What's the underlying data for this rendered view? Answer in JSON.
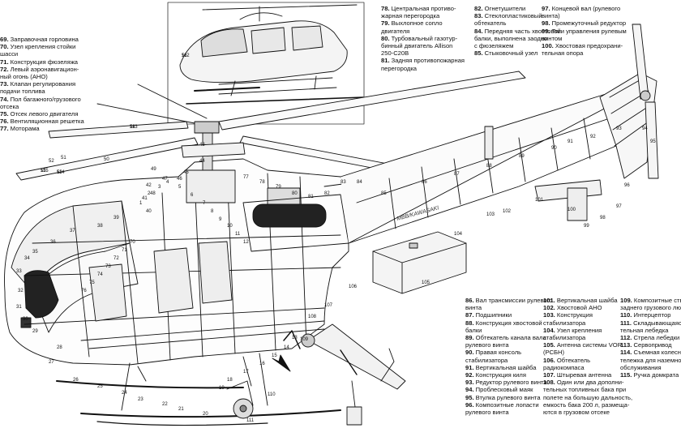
{
  "legend_left": [
    {
      "num": "69.",
      "text": "Заправочная горловина"
    },
    {
      "num": "70.",
      "text": "Узел крепления стойки"
    },
    {
      "num": "",
      "text": "шасси"
    },
    {
      "num": "71.",
      "text": "Конструкция фюзеляжа"
    },
    {
      "num": "72.",
      "text": "Левый аэронавигацион-"
    },
    {
      "num": "",
      "text": "ный огонь (АНО)"
    },
    {
      "num": "73.",
      "text": "Клапан регулирования"
    },
    {
      "num": "",
      "text": "подачи топлива"
    },
    {
      "num": "74.",
      "text": "Пол багажного/грузового"
    },
    {
      "num": "",
      "text": "отсека"
    },
    {
      "num": "75.",
      "text": "Отсек левого двигателя"
    },
    {
      "num": "76.",
      "text": "Вентиляционная решетка"
    },
    {
      "num": "77.",
      "text": "Моторама"
    }
  ],
  "legend_top1": [
    {
      "num": "78.",
      "text": "Центральная противо-"
    },
    {
      "num": "",
      "text": "жарная перегородка"
    },
    {
      "num": "79.",
      "text": "Выхлопное сопло"
    },
    {
      "num": "",
      "text": "двигателя"
    },
    {
      "num": "80.",
      "text": "Турбовальный газотур-"
    },
    {
      "num": "",
      "text": "бинный двигатель Allison"
    },
    {
      "num": "",
      "text": "250-C20B"
    },
    {
      "num": "81.",
      "text": "Задняя противопожарная"
    },
    {
      "num": "",
      "text": "перегородка"
    }
  ],
  "legend_top2": [
    {
      "num": "82.",
      "text": "Огнетушители"
    },
    {
      "num": "83.",
      "text": "Стеклопластиковый"
    },
    {
      "num": "",
      "text": "обтекатель"
    },
    {
      "num": "84.",
      "text": "Передняя часть хвостовой"
    },
    {
      "num": "",
      "text": "балки, выполнена заодно"
    },
    {
      "num": "",
      "text": "с фюзеляжем"
    },
    {
      "num": "85.",
      "text": "Стыковочный узел"
    }
  ],
  "legend_top3": [
    {
      "num": "97.",
      "text": "Концевой вал (рулевого"
    },
    {
      "num": "",
      "text": "винта)"
    },
    {
      "num": "98.",
      "text": "Промежуточный редуктор"
    },
    {
      "num": "99.",
      "text": "Тяги управления рулевым"
    },
    {
      "num": "",
      "text": "винтом"
    },
    {
      "num": "100.",
      "text": "Хвостовая предохрани-"
    },
    {
      "num": "",
      "text": "тельная опора"
    }
  ],
  "legend_b1": [
    {
      "num": "86.",
      "text": "Вал трансмиссии рулевого"
    },
    {
      "num": "",
      "text": "винта"
    },
    {
      "num": "87.",
      "text": "Подшипники"
    },
    {
      "num": "88.",
      "text": "Конструкция хвостовой"
    },
    {
      "num": "",
      "text": "балки"
    },
    {
      "num": "89.",
      "text": "Обтекатель канала вала"
    },
    {
      "num": "",
      "text": "рулевого винта"
    },
    {
      "num": "90.",
      "text": "Правая консоль"
    },
    {
      "num": "",
      "text": "стабилизатора"
    },
    {
      "num": "91.",
      "text": "Вертикальная шайба"
    },
    {
      "num": "92.",
      "text": "Конструкция киля"
    },
    {
      "num": "93.",
      "text": "Редуктор рулевого винта"
    },
    {
      "num": "94.",
      "text": "Проблесковый маяк"
    },
    {
      "num": "95.",
      "text": "Втулка рулевого винта"
    },
    {
      "num": "96.",
      "text": "Композитные лопасти"
    },
    {
      "num": "",
      "text": "рулевого винта"
    }
  ],
  "legend_b2": [
    {
      "num": "101.",
      "text": "Вертикальная шайба"
    },
    {
      "num": "102.",
      "text": "Хвостовой АНО"
    },
    {
      "num": "103.",
      "text": "Конструкция"
    },
    {
      "num": "",
      "text": "стабилизатора"
    },
    {
      "num": "104.",
      "text": "Узел крепления"
    },
    {
      "num": "",
      "text": "стабилизатора"
    },
    {
      "num": "105.",
      "text": "Антенна системы VOR"
    },
    {
      "num": "",
      "text": "(РСБН)"
    },
    {
      "num": "106.",
      "text": "Обтекатель"
    },
    {
      "num": "",
      "text": "радиокомпаса"
    },
    {
      "num": "107.",
      "text": "Штыревая антенна"
    },
    {
      "num": "108.",
      "text": "Один или два дополни-"
    },
    {
      "num": "",
      "text": "тельных топливных бака при"
    },
    {
      "num": "",
      "text": "полете на большую дальность,"
    },
    {
      "num": "",
      "text": "емкость бака 200 л, размеща-"
    },
    {
      "num": "",
      "text": "ются в грузовом отсеке"
    }
  ],
  "legend_b3": [
    {
      "num": "109.",
      "text": "Композитные створки"
    },
    {
      "num": "",
      "text": "заднего грузового люка"
    },
    {
      "num": "110.",
      "text": "Интерцептор"
    },
    {
      "num": "111.",
      "text": "Складывающаяся спас"
    },
    {
      "num": "",
      "text": "тельная лебедка"
    },
    {
      "num": "112.",
      "text": "Стрела лебедки"
    },
    {
      "num": "113.",
      "text": "Сервопривод"
    },
    {
      "num": "114.",
      "text": "Съемная колесная"
    },
    {
      "num": "",
      "text": "тележка для наземного"
    },
    {
      "num": "",
      "text": "обслуживания"
    },
    {
      "num": "115.",
      "text": "Ручка домкрата"
    }
  ],
  "drawing_text": {
    "brand": "MBB/KAWASAKI",
    "callouts": [
      "56",
      "54",
      "53",
      "55",
      "52",
      "51",
      "50",
      "49",
      "48",
      "47",
      "46",
      "45",
      "44",
      "43",
      "42",
      "41",
      "40",
      "39",
      "38",
      "37",
      "36",
      "35",
      "34",
      "33",
      "32",
      "31",
      "30",
      "29",
      "28",
      "27",
      "26",
      "25",
      "24",
      "23",
      "22",
      "21",
      "20",
      "19",
      "18",
      "17",
      "16",
      "15",
      "14",
      "13",
      "12",
      "11",
      "10",
      "9",
      "8",
      "7",
      "6",
      "5",
      "4",
      "3",
      "2",
      "1",
      "70",
      "71",
      "72",
      "73",
      "74",
      "75",
      "76",
      "77",
      "78",
      "79",
      "80",
      "81",
      "82",
      "83",
      "84",
      "85",
      "86",
      "87",
      "88",
      "89",
      "90",
      "91",
      "92",
      "93",
      "94",
      "95",
      "96",
      "97",
      "98",
      "99",
      "100",
      "101",
      "102",
      "103",
      "104",
      "105",
      "106",
      "107",
      "108",
      "109",
      "110",
      "111",
      "112",
      "113",
      "114",
      "115"
    ]
  }
}
